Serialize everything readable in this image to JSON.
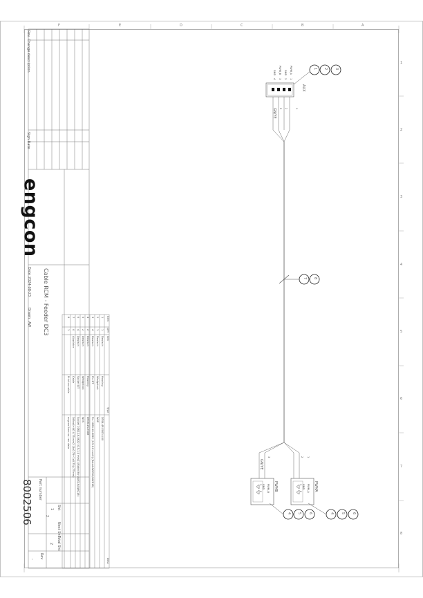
{
  "border": {
    "cols": [
      "F",
      "E",
      "D",
      "C",
      "B",
      "A"
    ],
    "rows": [
      "1",
      "2",
      "3",
      "4",
      "5",
      "6",
      "7",
      "8"
    ]
  },
  "revision_block": {
    "header": "Rev. Change description",
    "sign_header": "Sign Date"
  },
  "title_block": {
    "logo": "engcon",
    "date_label": "Date",
    "date": "2024-08-23",
    "drawn_label": "Drawn",
    "drawn_by": "AW",
    "title": "Cable RCM - Feeder DC3",
    "part_number_label": "Part number",
    "part_number": "8002506",
    "sht_label": "Sht",
    "sht": "1",
    "next_sht_label": "Next Sht",
    "next_sht": "2",
    "total_sht_label": "Total Sht",
    "total_sht": "2",
    "rev_label": "Rev",
    "rev": "-"
  },
  "bom": {
    "headers": {
      "item": "Item",
      "qty": "QTY",
      "info": "Info",
      "type": "Type",
      "desc": "Desc"
    },
    "rows": [
      {
        "item": "1",
        "qty": "1",
        "info": "Deutsch",
        "type": "Housing",
        "desc": "DT04-4P-E003 AUX"
      },
      {
        "item": "2",
        "qty": "1",
        "info": "Deutsch",
        "type": "Wedgelock",
        "desc": "W4P"
      },
      {
        "item": "3",
        "qty": "4",
        "info": "Deutsch",
        "type": "Pin DT",
        "desc": "Pin 1060-16-0622 (0.5-1.0 mm2) (Rated AWG16/AWG18)"
      },
      {
        "item": "4",
        "qty": "2",
        "info": "Deutsch",
        "type": "Housing",
        "desc": "DTO6-2S-E008"
      },
      {
        "item": "5",
        "qty": "2",
        "info": "Deutsch",
        "type": "Wedgelock",
        "desc": "W2S"
      },
      {
        "item": "6",
        "qty": "4",
        "info": "Deutsch",
        "type": "Socket DT",
        "desc": "Socket 1062-16-0622 (0.5-1.0 mm2) (Rated for AWG16/AWG18)"
      },
      {
        "item": "7",
        "qty": "0",
        "info": "Alpwinter",
        "type": "Cable",
        "desc": "Ölflex4+4G 0.75 mm2 (3x0.75+1x0.75) (7Tmm)"
      },
      {
        "item": "8",
        "qty": "1",
        "info": "",
        "type": "Print on cable",
        "desc": "engcon Item no. rev. date"
      }
    ]
  },
  "connectors": {
    "aux": {
      "name": "AUX",
      "wire_color": "GN/YE",
      "pins": [
        "1",
        "2",
        "3",
        "4"
      ],
      "signals": [
        "PWM_A",
        "GND",
        "PWM_B",
        "GND"
      ],
      "balloons": [
        "1",
        "2",
        "3"
      ]
    },
    "pwm_a": {
      "name": "PWMA",
      "pins": [
        "1",
        "2"
      ],
      "signals": [
        "PWM_A",
        "GND"
      ],
      "wires": [
        "1",
        "2"
      ],
      "balloons": [
        "4",
        "5",
        "6"
      ]
    },
    "pwm_b": {
      "name": "PWMB",
      "pins": [
        "1",
        "2"
      ],
      "signals": [
        "PWM_B",
        "GND"
      ],
      "wires": [
        "3",
        "GN/YE"
      ],
      "balloons": [
        "4",
        "5",
        "6"
      ]
    },
    "cable_balloons": [
      "7",
      "8"
    ]
  }
}
